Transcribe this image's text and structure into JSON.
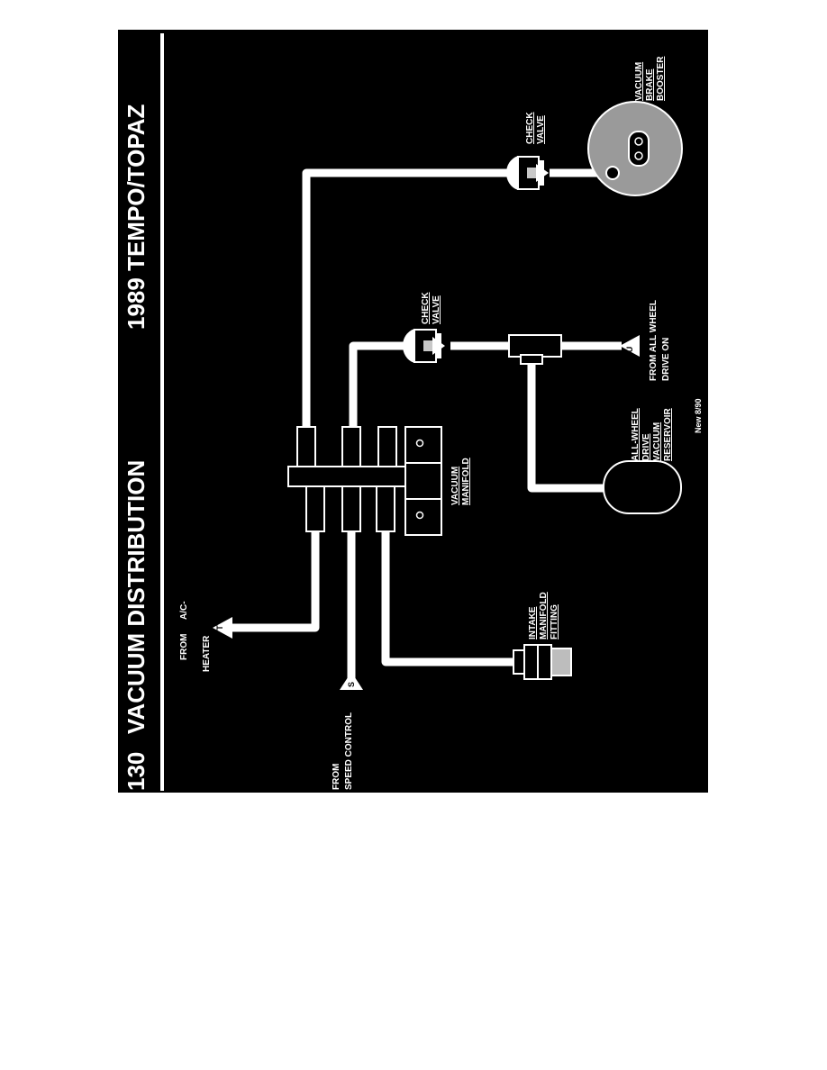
{
  "header": {
    "page_number": "130",
    "title": "VACUUM DISTRIBUTION",
    "model": "1989 TEMPO/TOPAZ"
  },
  "labels": {
    "from_heater_line1": "FROM",
    "from_heater_line2": "HEATER",
    "ac": "A/C-",
    "from_speed_line1": "FROM",
    "from_speed_line2": "SPEED CONTROL",
    "intake_line1": "INTAKE",
    "intake_line2": "MANIFOLD",
    "intake_line3": "FITTING",
    "vacuum_manifold_line1": "VACUUM",
    "vacuum_manifold_line2": "MANIFOLD",
    "check_valve_1_line1": "CHECK",
    "check_valve_1_line2": "VALVE",
    "check_valve_2_line1": "CHECK",
    "check_valve_2_line2": "VALVE",
    "awd_line1": "ALL-WHEEL",
    "awd_line2": "DRIVE",
    "awd_line3": "VACUUM",
    "awd_line4": "RESERVOIR",
    "from_awd_line1": "FROM ALL WHEEL",
    "from_awd_line2": "DRIVE ON",
    "booster_line1": "VACUUM",
    "booster_line2": "BRAKE",
    "booster_line3": "BOOSTER",
    "footer_note": "New 8/90"
  },
  "connectors": {
    "heater": "T",
    "speed_control": "S",
    "awd": "U"
  },
  "colors": {
    "background": "#000000",
    "foreground": "#ffffff",
    "page": "#ffffff"
  }
}
